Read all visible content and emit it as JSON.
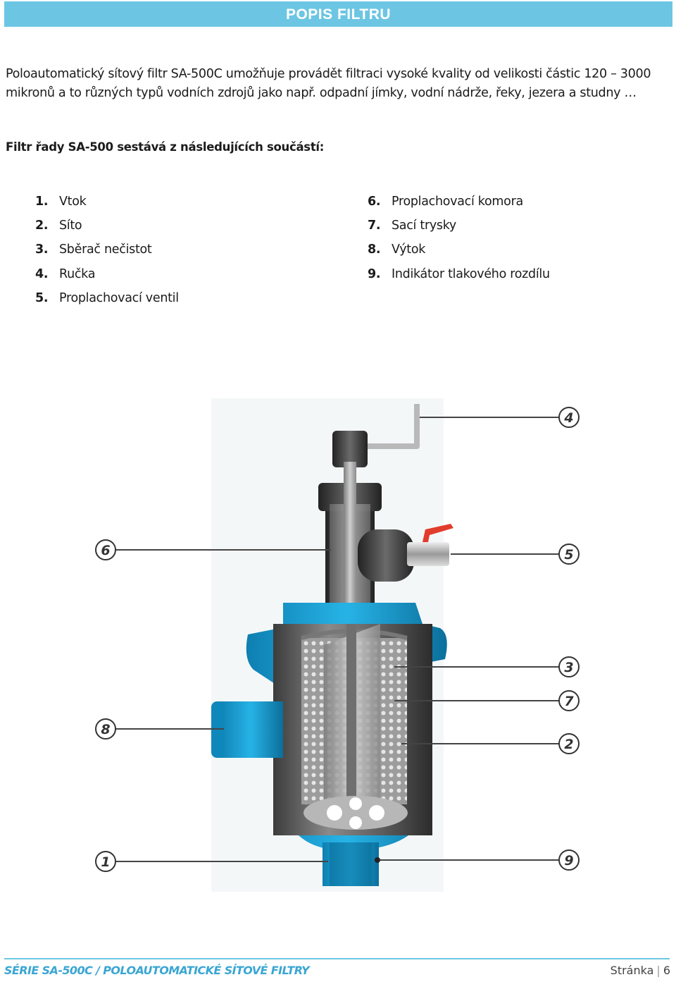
{
  "header": {
    "title": "POPIS FILTRU"
  },
  "intro": {
    "text": "Poloautomatický sítový filtr SA-500C umožňuje provádět filtraci vysoké kvality od velikosti částic 120 – 3000 mikronů a to různých typů vodních zdrojů jako např. odpadní jímky, vodní nádrže, řeky, jezera a studny …"
  },
  "subtitle": "Filtr řady SA-500 sestává z následujících součástí:",
  "parts": {
    "left": [
      {
        "num": "1.",
        "label": "Vtok"
      },
      {
        "num": "2.",
        "label": "Síto"
      },
      {
        "num": "3.",
        "label": "Sběrač nečistot"
      },
      {
        "num": "4.",
        "label": "Ručka"
      },
      {
        "num": "5.",
        "label": "Proplachovací ventil"
      }
    ],
    "right": [
      {
        "num": "6.",
        "label": "Proplachovací komora"
      },
      {
        "num": "7.",
        "label": "Sací trysky"
      },
      {
        "num": "8.",
        "label": "Výtok"
      },
      {
        "num": "9.",
        "label": "Indikátor tlakového rozdílu"
      }
    ]
  },
  "diagram": {
    "callouts": [
      "4",
      "6",
      "5",
      "3",
      "7",
      "8",
      "2",
      "1",
      "9"
    ]
  },
  "footer": {
    "series": "SÉRIE SA-500C / POLOAUTOMATICKÉ SÍTOVÉ FILTRY",
    "page_label": "Stránka",
    "page_number": "6"
  },
  "colors": {
    "accent": "#6cc6e3",
    "footer_text": "#3aa6d3",
    "body_blue": "#1597c9"
  }
}
